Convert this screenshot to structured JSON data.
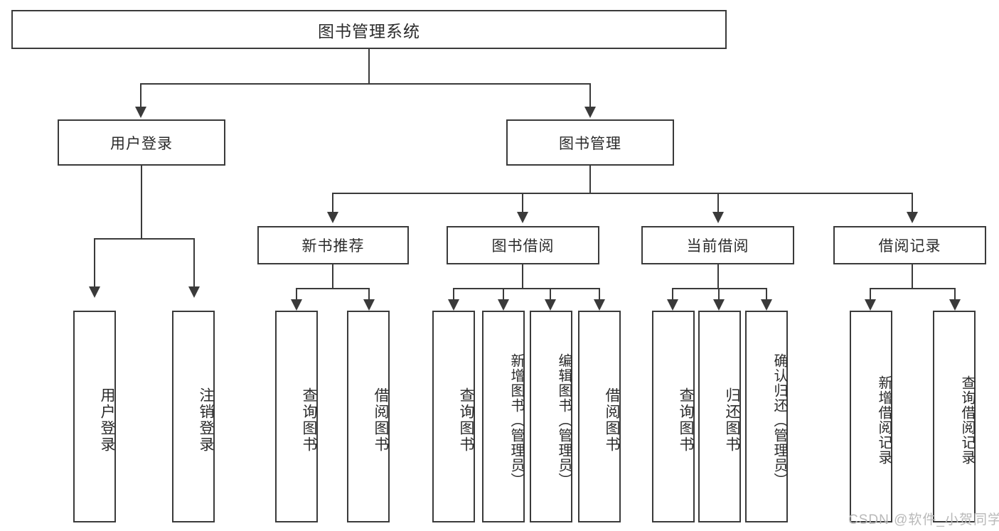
{
  "diagram": {
    "title": "图书管理系统",
    "type": "功能结构图",
    "watermark": "CSDN @软件_小贺同学",
    "colors": {
      "background": "#ffffff",
      "border": "#3a3a3a",
      "text": "#2b2b2b",
      "watermark": "#b9b9b9"
    }
  },
  "nodes": {
    "root": {
      "label": "图书管理系统"
    },
    "level2": [
      {
        "id": "user-login",
        "label": "用户登录"
      },
      {
        "id": "book-manage",
        "label": "图书管理"
      }
    ],
    "level3": [
      {
        "id": "new-book-recommend",
        "label": "新书推荐"
      },
      {
        "id": "book-borrow",
        "label": "图书借阅"
      },
      {
        "id": "current-borrow",
        "label": "当前借阅"
      },
      {
        "id": "borrow-record",
        "label": "借阅记录"
      }
    ],
    "leaves": [
      {
        "id": "leaf-user-login",
        "label": "用户登录",
        "parent": "user-login"
      },
      {
        "id": "leaf-logout",
        "label": "注销登录",
        "parent": "user-login"
      },
      {
        "id": "leaf-query-book-1",
        "label": "查询图书",
        "parent": "new-book-recommend"
      },
      {
        "id": "leaf-borrow-book-1",
        "label": "借阅图书",
        "parent": "new-book-recommend"
      },
      {
        "id": "leaf-query-book-2",
        "label": "查询图书",
        "parent": "book-borrow"
      },
      {
        "id": "leaf-add-book",
        "label": "新增图书（管理员）",
        "parent": "book-borrow"
      },
      {
        "id": "leaf-edit-book",
        "label": "编辑图书（管理员）",
        "parent": "book-borrow"
      },
      {
        "id": "leaf-borrow-book-2",
        "label": "借阅图书",
        "parent": "book-borrow"
      },
      {
        "id": "leaf-query-book-3",
        "label": "查询图书",
        "parent": "current-borrow"
      },
      {
        "id": "leaf-return-book",
        "label": "归还图书",
        "parent": "current-borrow"
      },
      {
        "id": "leaf-confirm-return",
        "label": "确认归还（管理员）",
        "parent": "current-borrow"
      },
      {
        "id": "leaf-add-record",
        "label": "新增借阅记录",
        "parent": "borrow-record"
      },
      {
        "id": "leaf-query-record",
        "label": "查询借阅记录",
        "parent": "borrow-record"
      }
    ]
  },
  "chart_data": {
    "type": "tree",
    "title": "图书管理系统",
    "root": {
      "label": "图书管理系统",
      "children": [
        {
          "label": "用户登录",
          "children": [
            {
              "label": "用户登录"
            },
            {
              "label": "注销登录"
            }
          ]
        },
        {
          "label": "图书管理",
          "children": [
            {
              "label": "新书推荐",
              "children": [
                {
                  "label": "查询图书"
                },
                {
                  "label": "借阅图书"
                }
              ]
            },
            {
              "label": "图书借阅",
              "children": [
                {
                  "label": "查询图书"
                },
                {
                  "label": "新增图书（管理员）"
                },
                {
                  "label": "编辑图书（管理员）"
                },
                {
                  "label": "借阅图书"
                }
              ]
            },
            {
              "label": "当前借阅",
              "children": [
                {
                  "label": "查询图书"
                },
                {
                  "label": "归还图书"
                },
                {
                  "label": "确认归还（管理员）"
                }
              ]
            },
            {
              "label": "借阅记录",
              "children": [
                {
                  "label": "新增借阅记录"
                },
                {
                  "label": "查询借阅记录"
                }
              ]
            }
          ]
        }
      ]
    },
    "depth": 4,
    "node_count": 20,
    "edge_style": "orthogonal-arrow"
  }
}
